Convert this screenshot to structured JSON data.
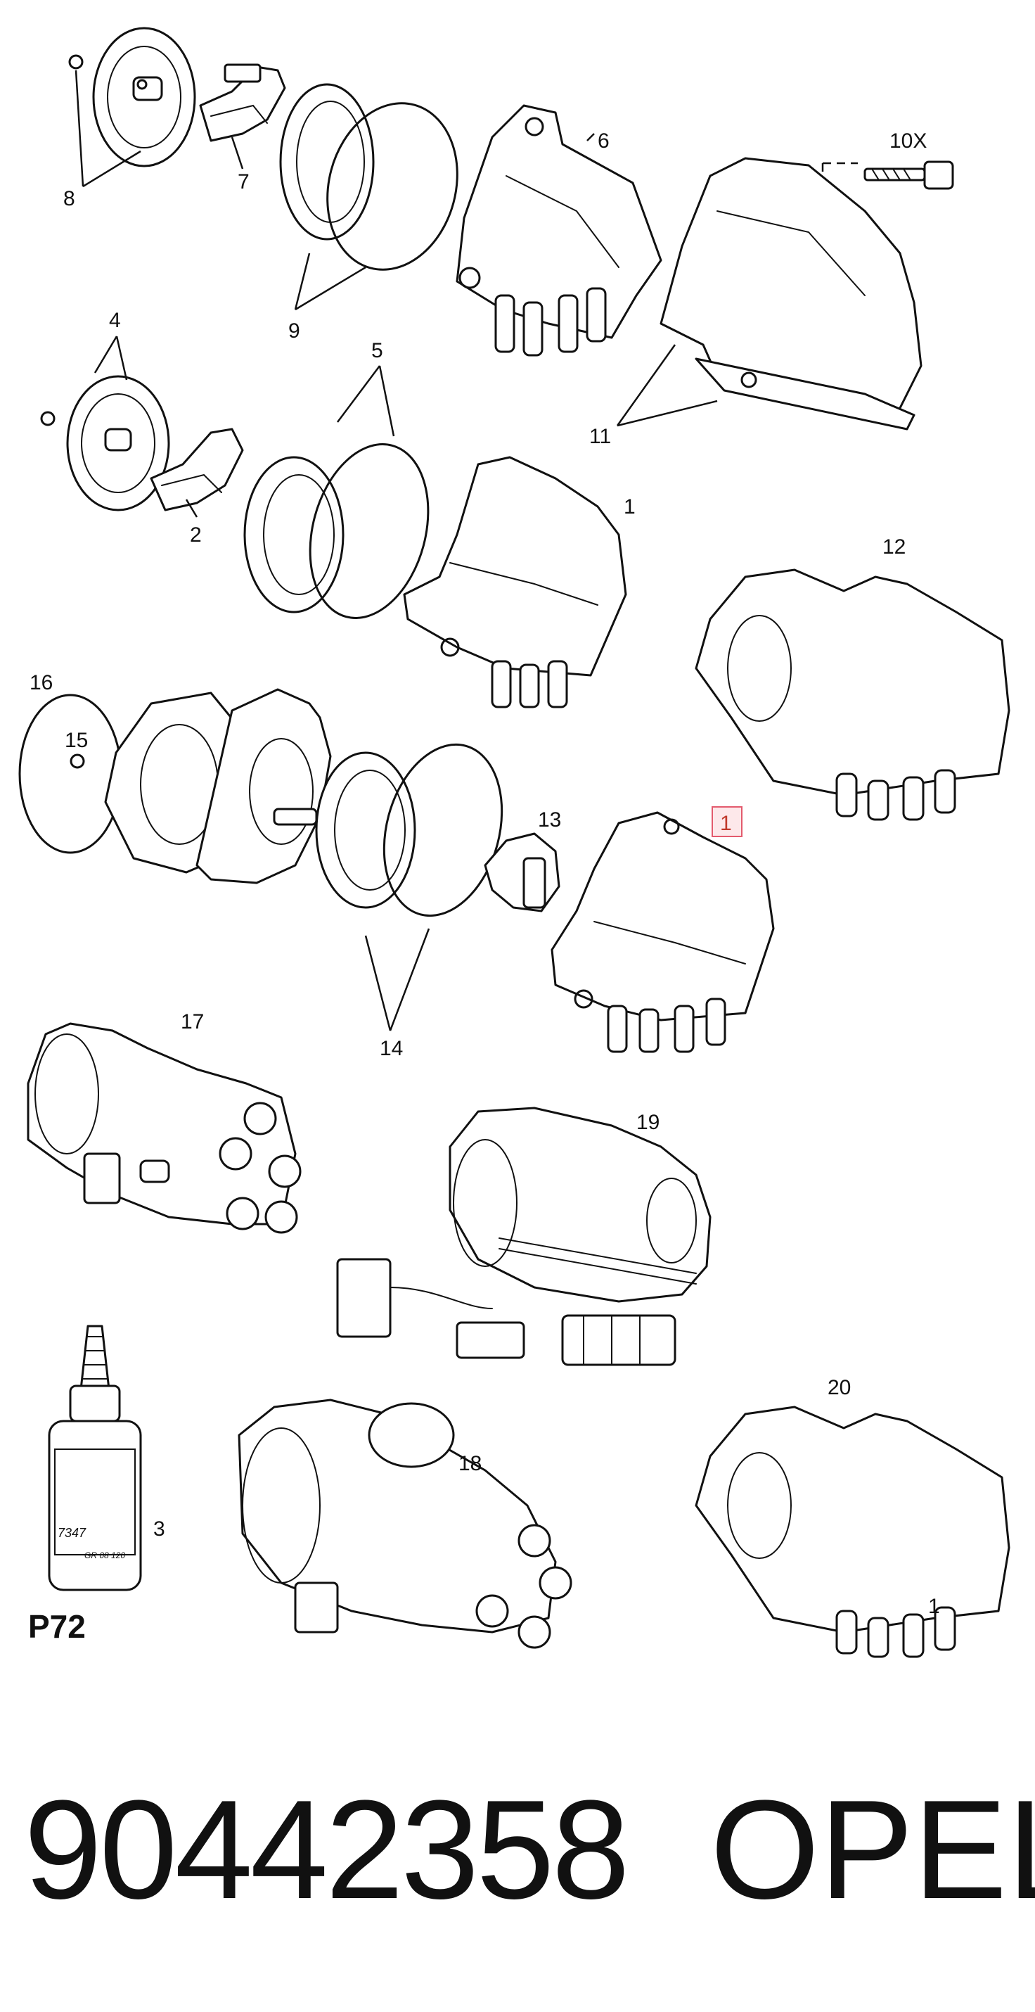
{
  "diagram": {
    "callouts": {
      "c8": "8",
      "c7": "7",
      "c6": "6",
      "c10x": "10X",
      "c9": "9",
      "c11": "11",
      "c4": "4",
      "c5": "5",
      "c1a": "1",
      "c2": "2",
      "c12": "12",
      "c16": "16",
      "c15": "15",
      "c13": "13",
      "c1highlight": "1",
      "c14": "14",
      "c17": "17",
      "c19": "19",
      "c20": "20",
      "c18": "18",
      "c3": "3",
      "c1b": "1"
    },
    "bottle_code": "7347",
    "bottle_small_text": "GR 08 120",
    "bottle_label": "P72"
  },
  "footer": {
    "part_number": "90442358",
    "brand": "OPEL"
  }
}
